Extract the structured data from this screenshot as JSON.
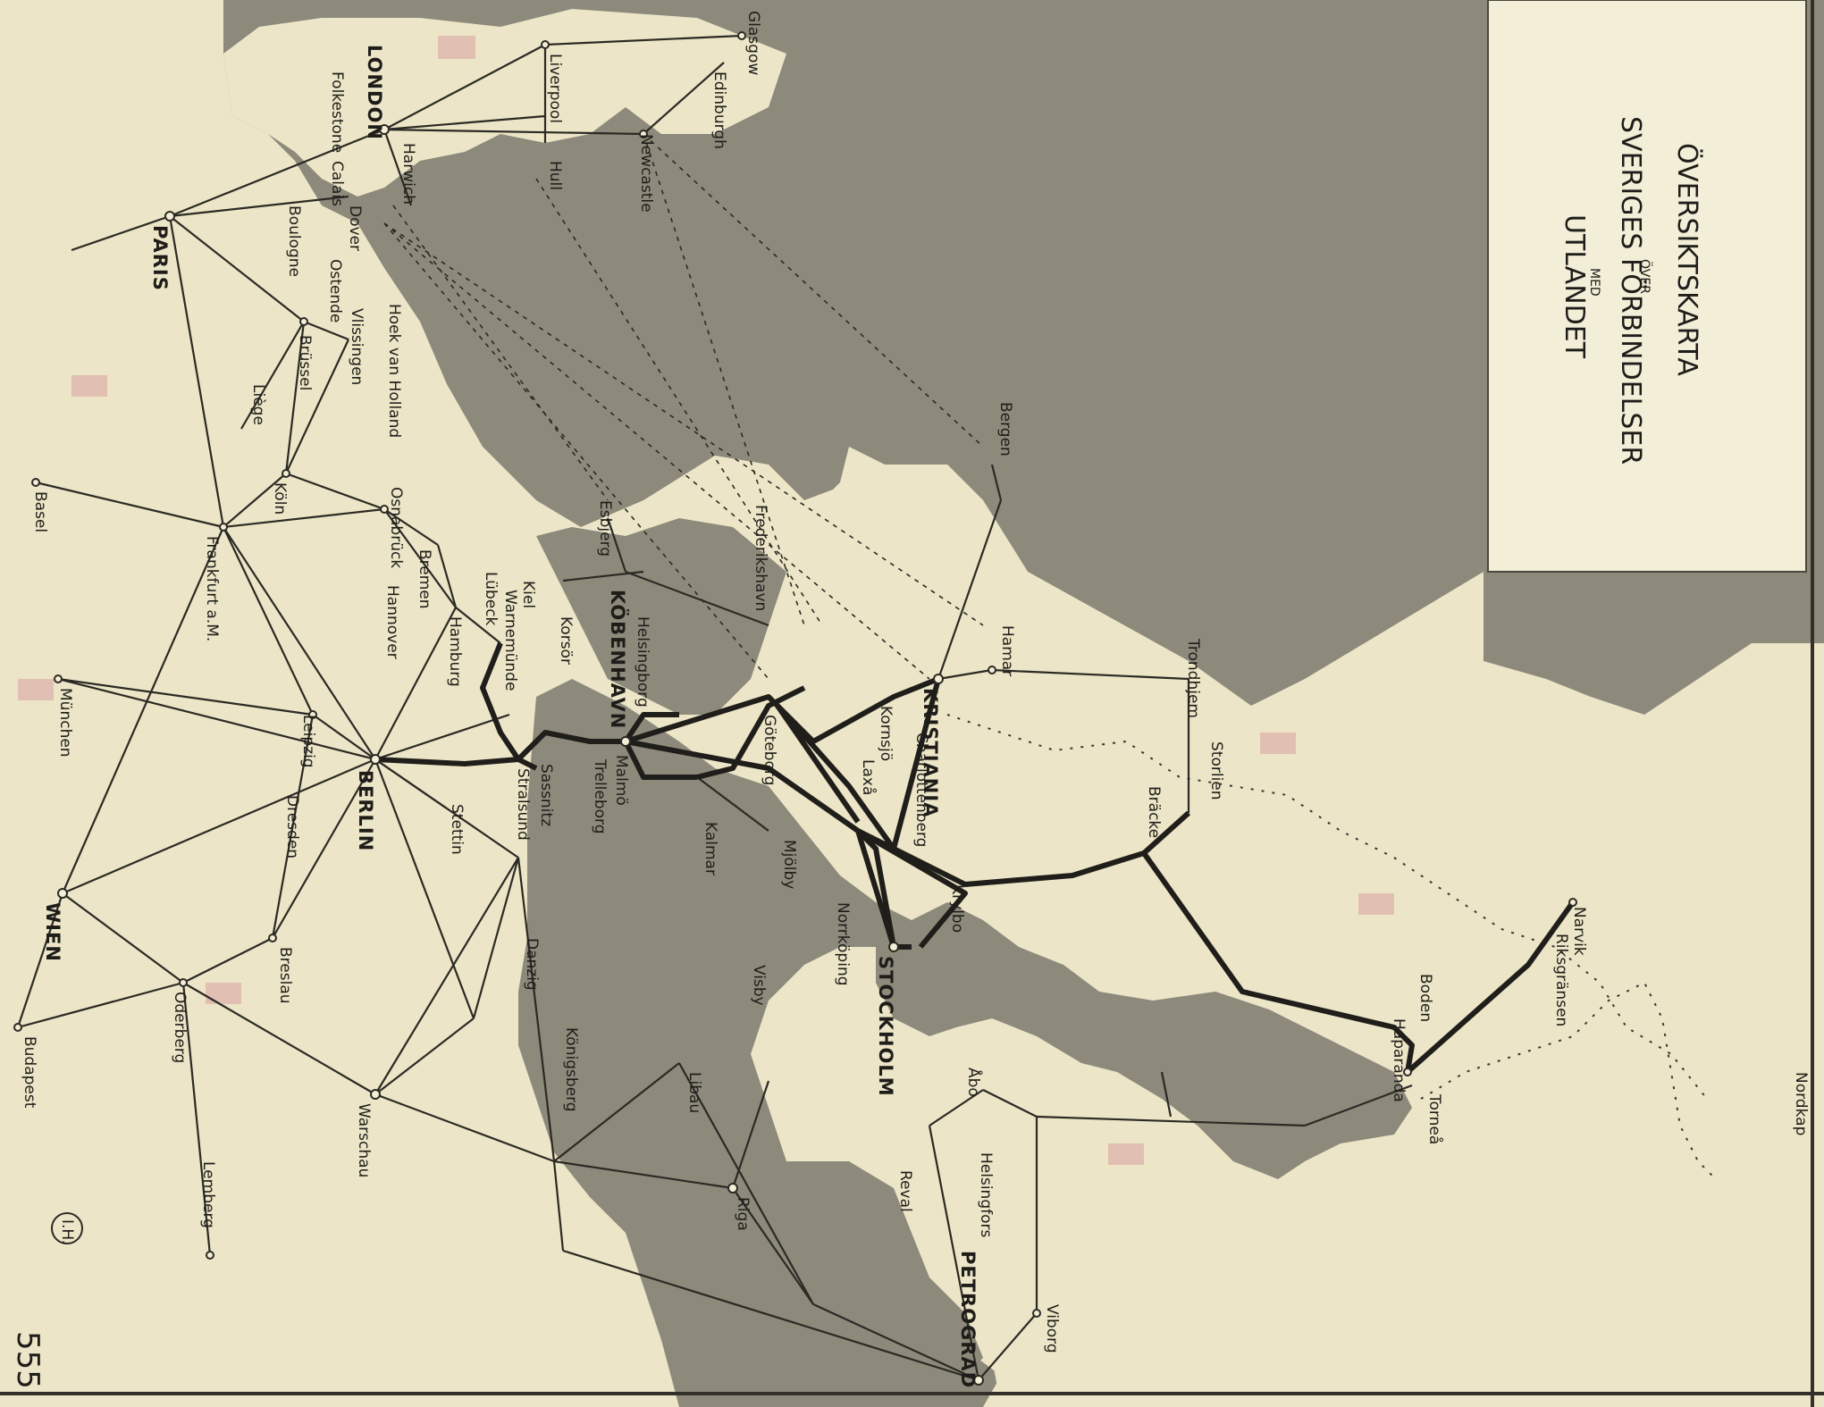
{
  "title": {
    "line1": "ÖVERSIKTSKARTA",
    "line2": "ÖVER",
    "line3": "SVERIGES FÖRBINDELSER",
    "line4": "MED",
    "line5": "UTLANDET"
  },
  "monogram": "I.H.",
  "margin_note": "555",
  "cities": {
    "london": "LONDON",
    "paris": "PARIS",
    "berlin": "BERLIN",
    "wien": "WIEN",
    "kristiania": "KRISTIANIA",
    "kobenhavn": "KÖBENHAVN",
    "stockholm": "STOCKHOLM",
    "petrograd": "PETROGRAD",
    "glasgow": "Glasgow",
    "edinburgh": "Edinburgh",
    "liverpool": "Liverpool",
    "hull": "Hull",
    "newcastle": "Newcastle",
    "harwich": "Harwich",
    "folkestone": "Folkestone",
    "calais": "Calais",
    "dover": "Dover",
    "boulogne": "Boulogne",
    "ostende": "Ostende",
    "vlissingen": "Vlissingen",
    "hoek_van_holland": "Hoek van Holland",
    "brussel": "Brüssel",
    "liege": "Liège",
    "koln": "Köln",
    "osnabruck": "Osnabrück",
    "bremen": "Bremen",
    "hannover": "Hannover",
    "hamburg": "Hamburg",
    "lubeck": "Lübeck",
    "warnemunde": "Warnemünde",
    "kiel": "Kiel",
    "korsor": "Korsör",
    "esbjerg": "Esbjerg",
    "frederikshavn": "Frederikshavn",
    "helsingborg": "Helsingborg",
    "malmo": "Malmö",
    "trelleborg": "Trelleborg",
    "sassnitz": "Sassnitz",
    "stralsund": "Stralsund",
    "stettin": "Stettin",
    "leipzig": "Leipzig",
    "dresden": "Dresden",
    "frankfurt": "Frankfurt a.M.",
    "munchen": "München",
    "basel": "Basel",
    "breslau": "Breslau",
    "oderberg": "Oderberg",
    "budapest": "Budapest",
    "warschau": "Warschau",
    "lemberg": "Lemberg",
    "danzig": "Danzig",
    "konigsberg": "Königsberg",
    "libau": "Libau",
    "riga": "Riga",
    "reval": "Reval",
    "helsingfors": "Helsingfors",
    "abo": "Åbo",
    "viborg": "Viborg",
    "goteborg": "Göteborg",
    "kalmar": "Kalmar",
    "mjolby": "Mjölby",
    "norrkoping": "Norrköping",
    "visby": "Visby",
    "laxa": "Laxå",
    "kornsjo": "Kornsjö",
    "charlottenberg": "Charlottenberg",
    "krylbo": "Krylbo",
    "bracke": "Bräcke",
    "storlien": "Storlien",
    "trondhjem": "Trondhjem",
    "hamar": "Hamar",
    "bergen": "Bergen",
    "boden": "Boden",
    "haparanda": "Haparanda",
    "tornea": "Torneå",
    "narvik": "Narvik",
    "riksgransen": "Riksgränsen",
    "nordkap": "Nordkap"
  }
}
